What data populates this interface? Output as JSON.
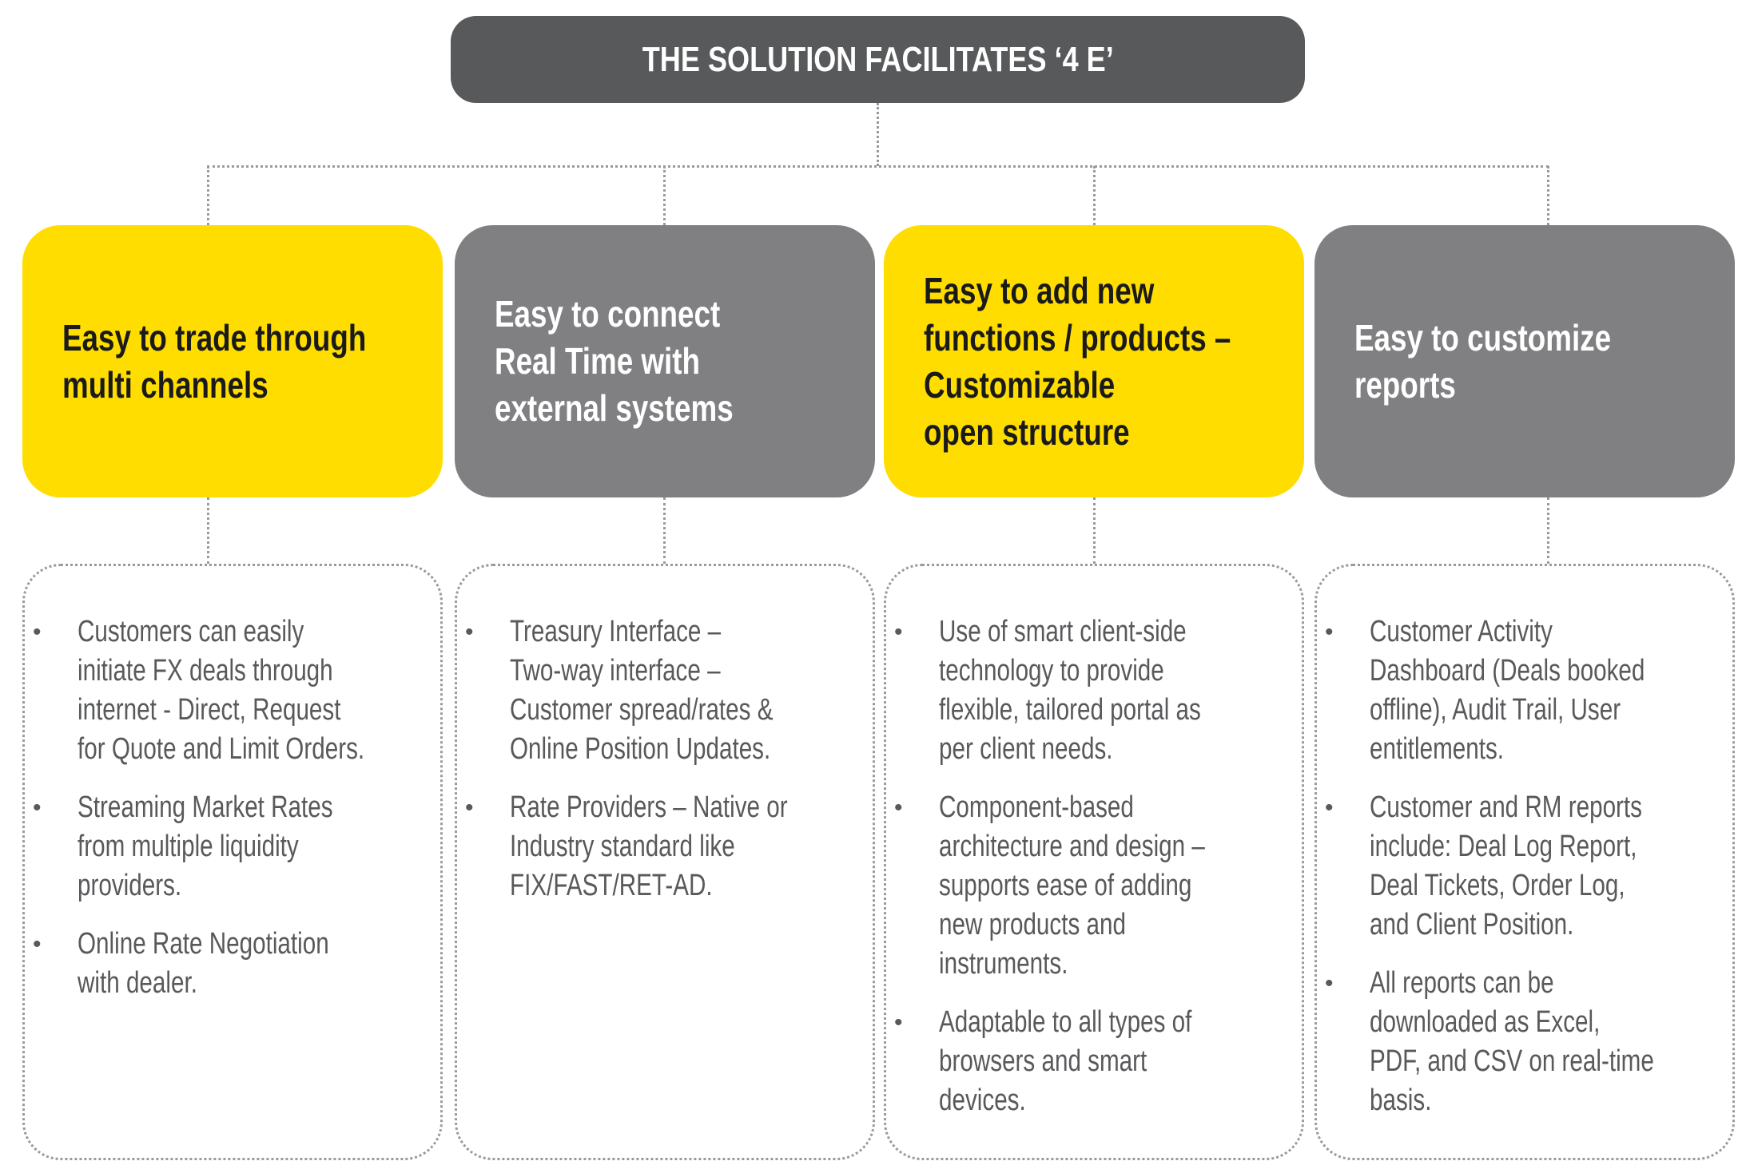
{
  "title": "THE SOLUTION FACILITATES ‘4 E’",
  "colors": {
    "yellow": "#FFDD00",
    "gray": "#808083",
    "header": "#58595b",
    "text": "#58595b"
  },
  "columns": [
    {
      "style": "yellow",
      "title_lines": [
        "Easy to trade through",
        "multi channels"
      ],
      "bullets": [
        [
          "Customers can easily",
          "initiate FX deals through",
          "internet - Direct, Request",
          "for Quote and Limit Orders."
        ],
        [
          "Streaming Market Rates",
          "from multiple liquidity",
          "providers."
        ],
        [
          "Online Rate Negotiation",
          "with dealer."
        ]
      ]
    },
    {
      "style": "gray",
      "title_lines": [
        "Easy to connect",
        "Real Time with",
        "external systems"
      ],
      "bullets": [
        [
          "Treasury Interface –",
          "Two-way interface –",
          "Customer spread/rates &",
          "Online Position Updates."
        ],
        [
          "Rate Providers – Native or",
          "Industry standard like",
          "FIX/FAST/RET-AD."
        ]
      ]
    },
    {
      "style": "yellow",
      "title_lines": [
        "Easy to add new",
        "functions / products –",
        "Customizable",
        "open structure"
      ],
      "bullets": [
        [
          "Use of smart client-side",
          "technology to provide",
          "flexible, tailored portal as",
          "per client needs."
        ],
        [
          "Component-based",
          "architecture and design –",
          "supports ease of adding",
          "new products and",
          "instruments."
        ],
        [
          "Adaptable to all types of",
          "browsers and smart",
          "devices."
        ]
      ]
    },
    {
      "style": "gray",
      "title_lines": [
        "Easy to customize",
        "reports"
      ],
      "bullets": [
        [
          "Customer Activity",
          "Dashboard (Deals booked",
          "offline), Audit Trail, User",
          "entitlements."
        ],
        [
          "Customer and RM reports",
          "include: Deal Log Report,",
          "Deal Tickets, Order Log,",
          "and Client Position."
        ],
        [
          "All reports can be",
          "downloaded as Excel,",
          "PDF, and CSV on real-time",
          "basis."
        ]
      ]
    }
  ]
}
